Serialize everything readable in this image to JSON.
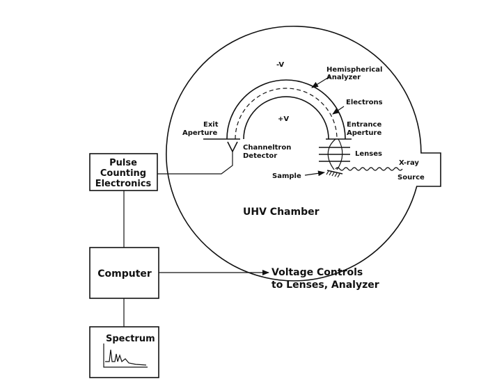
{
  "diagram": {
    "labels": {
      "minus_v": "-V",
      "plus_v": "+V",
      "hemispherical_line1": "Hemispherical",
      "hemispherical_line2": "Analyzer",
      "electrons": "Electrons",
      "exit_line1": "Exit",
      "exit_line2": "Aperture",
      "entrance_line1": "Entrance",
      "entrance_line2": "Aperture",
      "channeltron_line1": "Channeltron",
      "channeltron_line2": "Detector",
      "lenses": "Lenses",
      "sample": "Sample",
      "xray_line1": "X-ray",
      "xray_line2": "Source",
      "uhv_chamber": "UHV Chamber"
    },
    "boxes": {
      "pulse_line1": "Pulse",
      "pulse_line2": "Counting",
      "pulse_line3": "Electronics",
      "computer": "Computer",
      "spectrum": "Spectrum"
    },
    "voltage_controls": {
      "line1": "Voltage Controls",
      "line2": "to Lenses, Analyzer"
    }
  }
}
